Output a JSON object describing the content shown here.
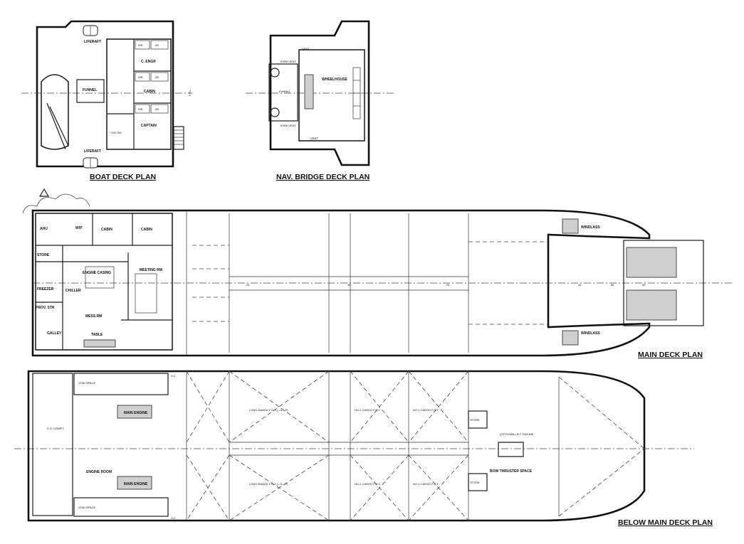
{
  "titles": {
    "boat_deck": "BOAT DECK PLAN",
    "nav_bridge": "NAV. BRIDGE DECK PLAN",
    "main_deck": "MAIN DECK PLAN",
    "below_main_deck": "BELOW MAIN DECK PLAN"
  },
  "boat_deck": {
    "liferaft": "LIFERAFT",
    "funnel": "FUNNEL",
    "c_engr": "C. ENGR",
    "cabin": "CABIN",
    "captain": "CAPTAIN",
    "co2_rm": "CO2 RM",
    "wr": "WR",
    "berth": "2B",
    "fpl": "F.P.L."
  },
  "nav_bridge": {
    "vent": "VENT.",
    "er_vent": "E/RM VENT.",
    "funnel": "FUNNEL",
    "wheelhouse": "WHEELHOUSE"
  },
  "main_deck": {
    "ahu": "AHU",
    "wip": "W/P",
    "cabin": "CABIN",
    "store": "STORE",
    "engine_casing": "ENGINE CASING",
    "meeting_rm": "MEETING RM",
    "freezer": "FREEZER",
    "chiller": "CHILLER",
    "prov_str": "PROV. STR",
    "mess_rm": "MESS RM",
    "galley": "GALLEY",
    "table": "TABLE",
    "windlass": "WINDLASS",
    "frames": [
      "25",
      "35",
      "25"
    ],
    "bow_frames": [
      "45",
      "50",
      "55"
    ]
  },
  "below_main_deck": {
    "void_space": "VOID SPACE",
    "sg_compt": "S.G. COMPT.",
    "main_engine": "MAIN ENGINE",
    "engine_room": "ENGINE ROOM",
    "long_range": "LONG-RANGE F.O.T.(—S—P)",
    "cargo2": "NO.2 CARGO F.O.T.",
    "cargo1": "NO.1 CARGO F.O.T.",
    "store": "STORE",
    "optional_engine": "(OPTIONAL) B.T. ENGINE",
    "bow_thruster": "BOW THRUSTER SPACE",
    "sc": "S.C."
  }
}
